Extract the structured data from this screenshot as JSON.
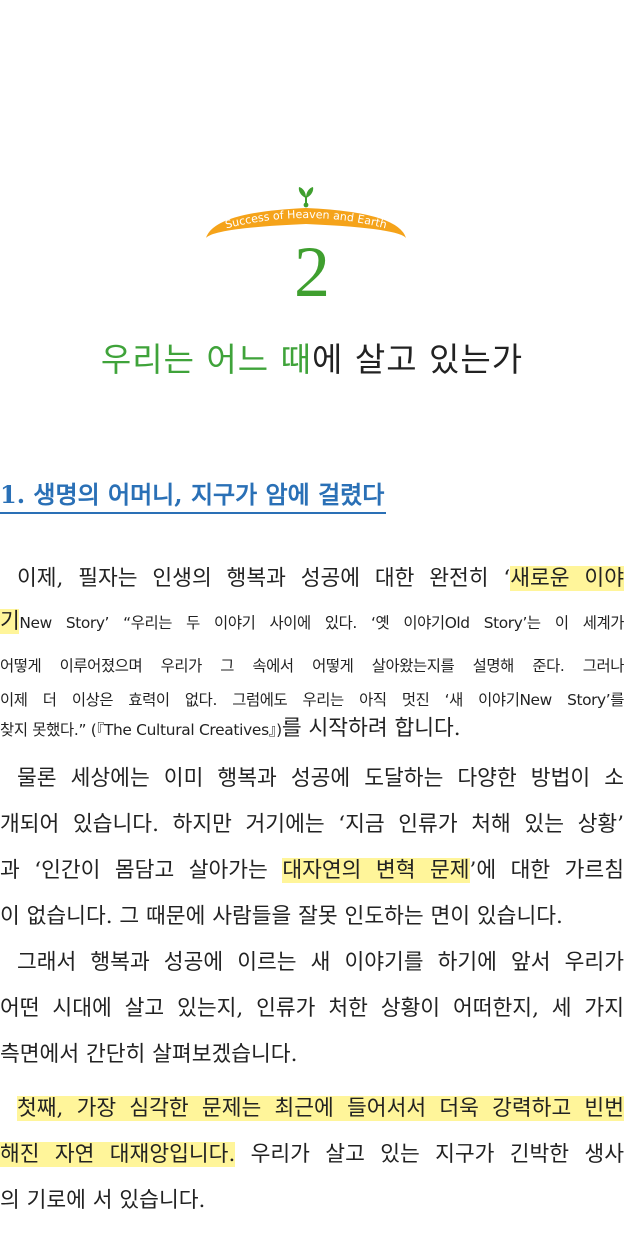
{
  "chapter": {
    "emblem_text": "Success of Heaven and Earth",
    "number": "2",
    "title_green": "우리는 어느 때",
    "title_rest": "에 살고 있는가"
  },
  "section": {
    "heading": "1. 생명의 어머니, 지구가 암에 걸렸다"
  },
  "paragraph1": {
    "l1_a": "이제, 필자는 인생의 행복과 성공에 대한 완전히 ‘",
    "l1_hl": "새로운 이야",
    "l2_hl": "기",
    "l2_rest": "New Story’ “우리는 두 이야기 사이에 있다. ‘옛 이야기Old Story’는 이 세계가",
    "l3": "어떻게 이루어졌으며 우리가 그 속에서 어떻게 살아왔는지를 설명해 준다. 그러나",
    "l4": "이제 더 이상은 효력이 없다. 그럼에도 우리는 아직 멋진 ‘새 이야기New Story’를",
    "l5_small": "찾지 못했다.” (『The Cultural Creatives』)",
    "l5_rest": "를 시작하려 합니다."
  },
  "paragraph2": {
    "l1": "물론 세상에는 이미 행복과 성공에 도달하는 다양한 방법이 소",
    "l2": "개되어 있습니다. 하지만 거기에는 ‘지금 인류가 처해 있는 상황’",
    "l3_a": "과 ‘인간이 몸담고 살아가는 ",
    "l3_hl": "대자연의 변혁 문제",
    "l3_b": "’에 대한 가르침",
    "l4": "이 없습니다. 그 때문에 사람들을 잘못 인도하는 면이 있습니다."
  },
  "paragraph3": {
    "l1": "그래서 행복과 성공에 이르는 새 이야기를 하기에 앞서 우리가",
    "l2": "어떤 시대에 살고 있는지, 인류가 처한 상황이 어떠한지, 세 가지",
    "l3": "측면에서 간단히 살펴보겠습니다."
  },
  "paragraph4": {
    "l1_hl": "첫째, 가장 심각한 문제는 최근에 들어서서 더욱 강력하고 빈번",
    "l2_hl": "해진 자연 대재앙입니다.",
    "l2_rest": " 우리가 살고 있는 지구가 긴박한 생사",
    "l3": "의 기로에 서 있습니다."
  },
  "colors": {
    "accent_green": "#3f9f2f",
    "heading_blue": "#2a70b6",
    "highlight_yellow": "#fff59a",
    "emblem_orange": "#f5a31a"
  }
}
